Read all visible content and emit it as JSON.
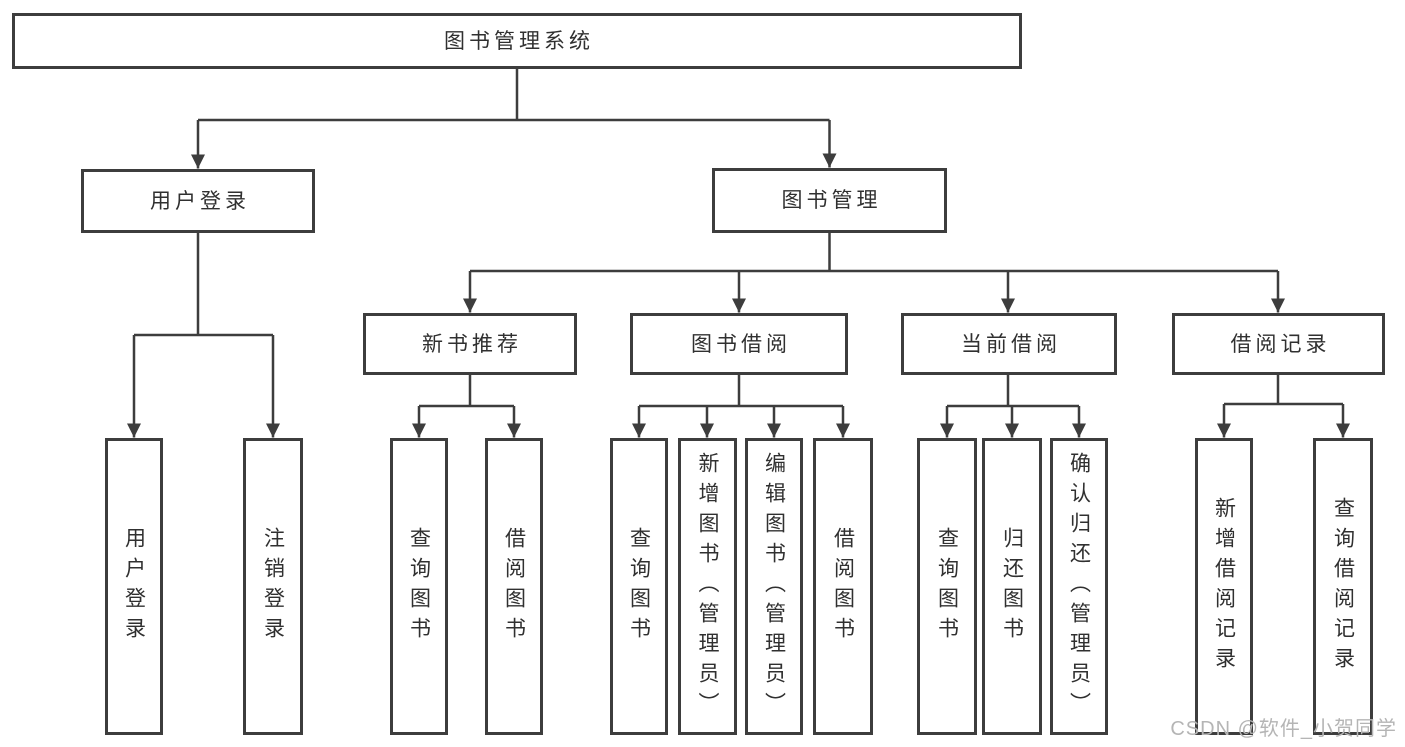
{
  "colors": {
    "background": "#ffffff",
    "line": "#3d3d3d",
    "box_border": "#3d3d3d",
    "text": "#303030",
    "watermark_text": "#b5b5b5"
  },
  "nodes": {
    "root": "图书管理系统",
    "user_login": "用户登录",
    "book_management": "图书管理",
    "new_book_recommend": "新书推荐",
    "book_borrow": "图书借阅",
    "current_borrow": "当前借阅",
    "borrow_records": "借阅记录",
    "user_login_leaf": "用户登录",
    "logout": "注销登录",
    "nbr_query_books": "查询图书",
    "nbr_borrow_books": "借阅图书",
    "bb_query_books": "查询图书",
    "bb_add_books": "新增图书（管理员）",
    "bb_edit_books": "编辑图书（管理员）",
    "bb_borrow_books": "借阅图书",
    "cb_query_books": "查询图书",
    "cb_return_books": "归还图书",
    "cb_confirm_return": "确认归还（管理员）",
    "br_add_record": "新增借阅记录",
    "br_query_record": "查询借阅记录"
  },
  "watermark": {
    "text": "CSDN @软件_小贺同学"
  }
}
